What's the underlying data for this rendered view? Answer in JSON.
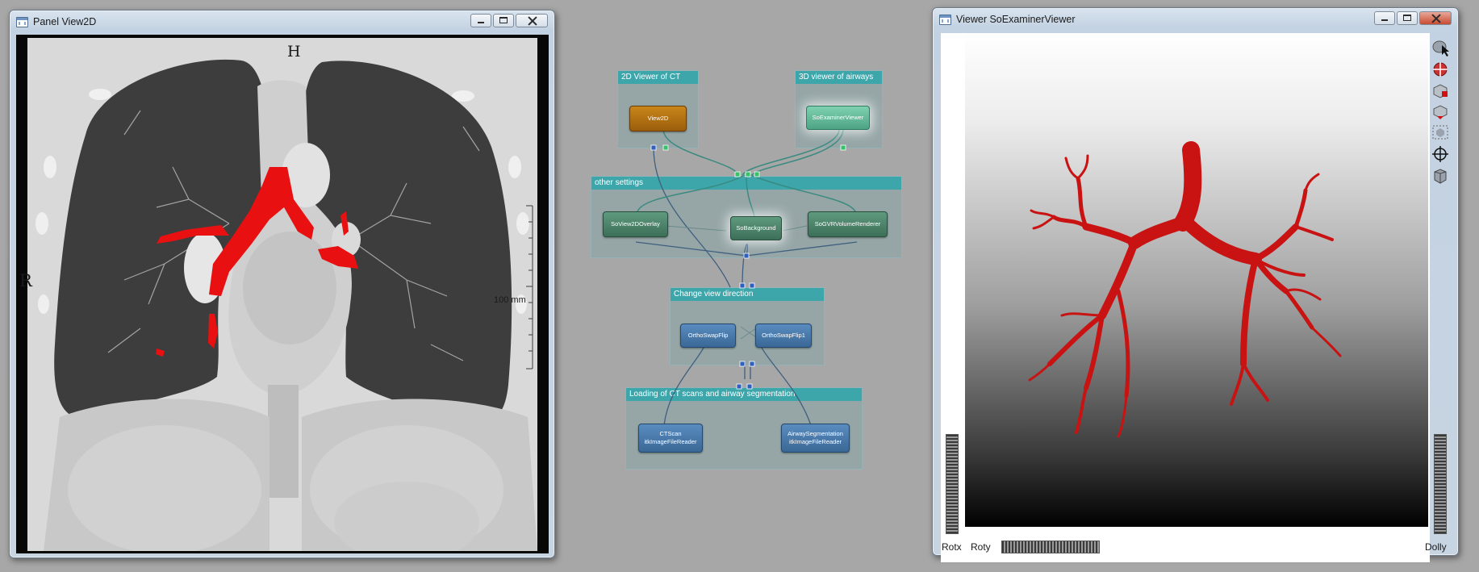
{
  "window_left": {
    "title": "Panel View2D"
  },
  "ct": {
    "label_top": "H",
    "label_left": "R",
    "scale_label": "100 mm"
  },
  "network": {
    "groups": [
      {
        "label": "2D Viewer of CT"
      },
      {
        "label": "3D viewer of airways"
      },
      {
        "label": "other settings"
      },
      {
        "label": "Change view direction"
      },
      {
        "label": "Loading of CT scans and airway segmentation"
      }
    ],
    "nodes": {
      "view2d": "View2D",
      "soexaminer": "SoExaminerViewer",
      "overlay": "SoView2DOverlay",
      "background": "SoBackground",
      "gvr": "SoGVRVolumeRenderer",
      "swapflip": "OrthoSwapFlip",
      "swapflip1": "OrthoSwapFlip1",
      "ctscan_line1": "CTScan",
      "ctscan_line2": "itkImageFileReader",
      "airway_line1": "AirwaySegmentation",
      "airway_line2": "itkImageFileReader"
    }
  },
  "window_right": {
    "title": "Viewer SoExaminerViewer",
    "rotx_label": "Rotx",
    "roty_label": "Roty",
    "dolly_label": "Dolly"
  },
  "colors": {
    "segmentation": "#e81010",
    "airway": "#d41414",
    "group_header": "#3ca6ab"
  },
  "icons": [
    "window-app-icon",
    "minimize-icon",
    "maximize-icon",
    "close-icon",
    "pick-arrow-icon",
    "view-all-icon",
    "seek-icon",
    "home-icon",
    "set-home-icon",
    "crosshair-icon",
    "projection-icon"
  ]
}
